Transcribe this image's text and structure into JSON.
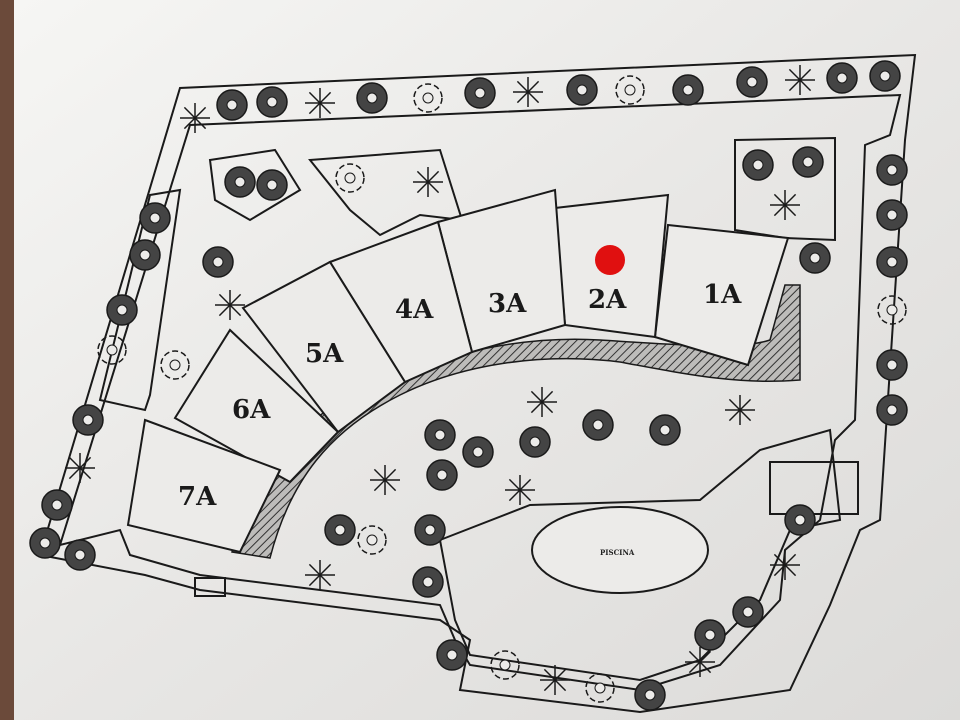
{
  "map": {
    "units": [
      {
        "id": "1A",
        "label": "1A"
      },
      {
        "id": "2A",
        "label": "2A"
      },
      {
        "id": "3A",
        "label": "3A"
      },
      {
        "id": "4A",
        "label": "4A"
      },
      {
        "id": "5A",
        "label": "5A"
      },
      {
        "id": "6A",
        "label": "6A"
      },
      {
        "id": "7A",
        "label": "7A"
      }
    ],
    "pool_label": "PISCINA",
    "you_are_here_unit": "2A",
    "colors": {
      "marker": "#e01010",
      "line": "#1a1a1a",
      "paper": "#ecebe9",
      "path": "#555555"
    }
  }
}
